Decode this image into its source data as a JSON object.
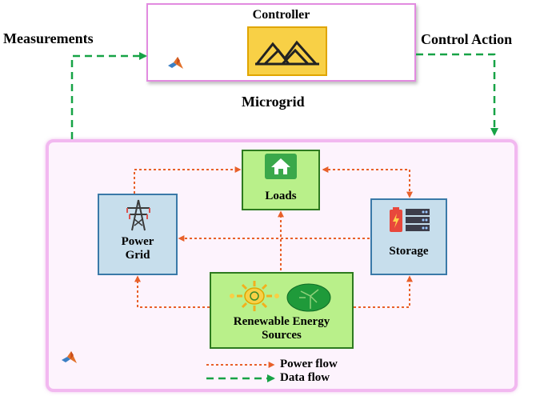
{
  "labels": {
    "controller": "Controller",
    "microgrid": "Microgrid",
    "measurements": "Measurements",
    "control_action": "Control Action",
    "loads": "Loads",
    "power_grid_line1": "Power",
    "power_grid_line2": "Grid",
    "storage": "Storage",
    "res_line1": "Renewable Energy",
    "res_line2": "Sources"
  },
  "legend": {
    "power_flow": "Power flow",
    "data_flow": "Data flow"
  },
  "colors": {
    "power_flow": "#e8602a",
    "data_flow": "#17a346",
    "controller_border": "#e28be0",
    "microgrid_border": "#f2b8f0",
    "green_block": "#b9f08a",
    "blue_block": "#c7deec",
    "controller_block": "#f8d046"
  },
  "icons": [
    "matlab-logo-icon",
    "mountain-logo-icon",
    "home-icon",
    "transmission-tower-icon",
    "battery-rack-icon",
    "sun-icon",
    "wind-turbine-icon"
  ]
}
